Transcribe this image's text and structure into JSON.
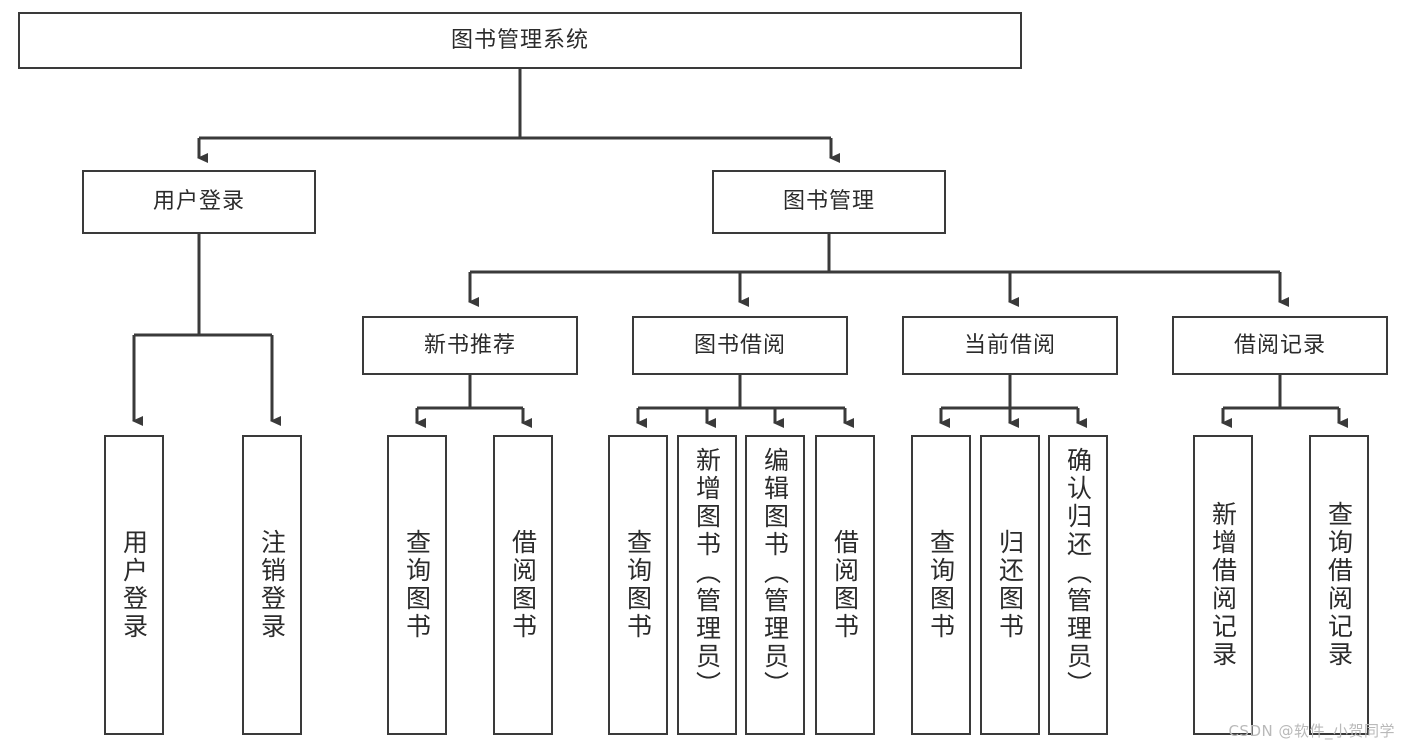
{
  "diagram": {
    "title": "图书管理系统",
    "type": "tree-hierarchy",
    "root": {
      "label": "图书管理系统"
    },
    "level2": [
      {
        "label": "用户登录"
      },
      {
        "label": "图书管理"
      }
    ],
    "level3": [
      {
        "label": "新书推荐"
      },
      {
        "label": "图书借阅"
      },
      {
        "label": "当前借阅"
      },
      {
        "label": "借阅记录"
      }
    ],
    "leaves": {
      "user_login": [
        {
          "label": "用户登录"
        },
        {
          "label": "注销登录"
        }
      ],
      "new_book_recommend": [
        {
          "label": "查询图书"
        },
        {
          "label": "借阅图书"
        }
      ],
      "book_borrow": [
        {
          "label": "查询图书"
        },
        {
          "label": "新增图书（管理员）"
        },
        {
          "label": "编辑图书（管理员）"
        },
        {
          "label": "借阅图书"
        }
      ],
      "current_borrow": [
        {
          "label": "查询图书"
        },
        {
          "label": "归还图书"
        },
        {
          "label": "确认归还（管理员）"
        }
      ],
      "borrow_records": [
        {
          "label": "新增借阅记录"
        },
        {
          "label": "查询借阅记录"
        }
      ]
    }
  },
  "watermark": {
    "text": "CSDN @软件_小贺同学"
  },
  "colors": {
    "border": "#3a3a3a",
    "line": "#3a3a3a",
    "text": "#2b2b2b",
    "background": "#ffffff",
    "watermark": "#b9b9b9"
  }
}
